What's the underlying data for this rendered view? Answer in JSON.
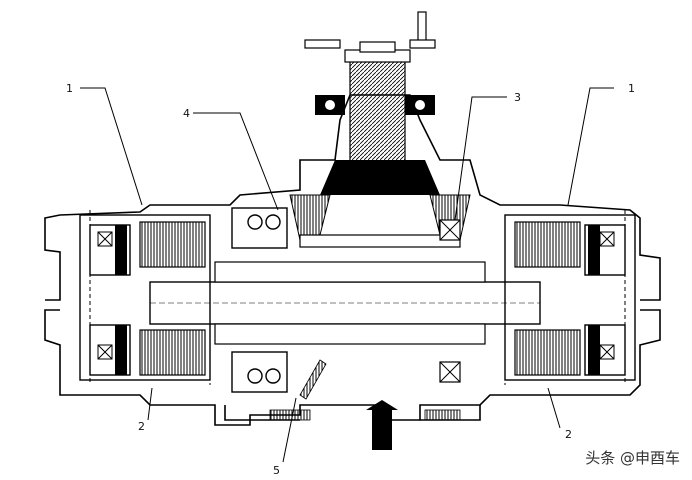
{
  "diagram": {
    "callouts": [
      {
        "id": "c1a",
        "label": "1"
      },
      {
        "id": "c1b",
        "label": "1"
      },
      {
        "id": "c2a",
        "label": "2"
      },
      {
        "id": "c2b",
        "label": "2"
      },
      {
        "id": "c3",
        "label": "3"
      },
      {
        "id": "c4",
        "label": "4"
      },
      {
        "id": "c5",
        "label": "5"
      }
    ]
  },
  "watermark": "头条 @申酉车"
}
